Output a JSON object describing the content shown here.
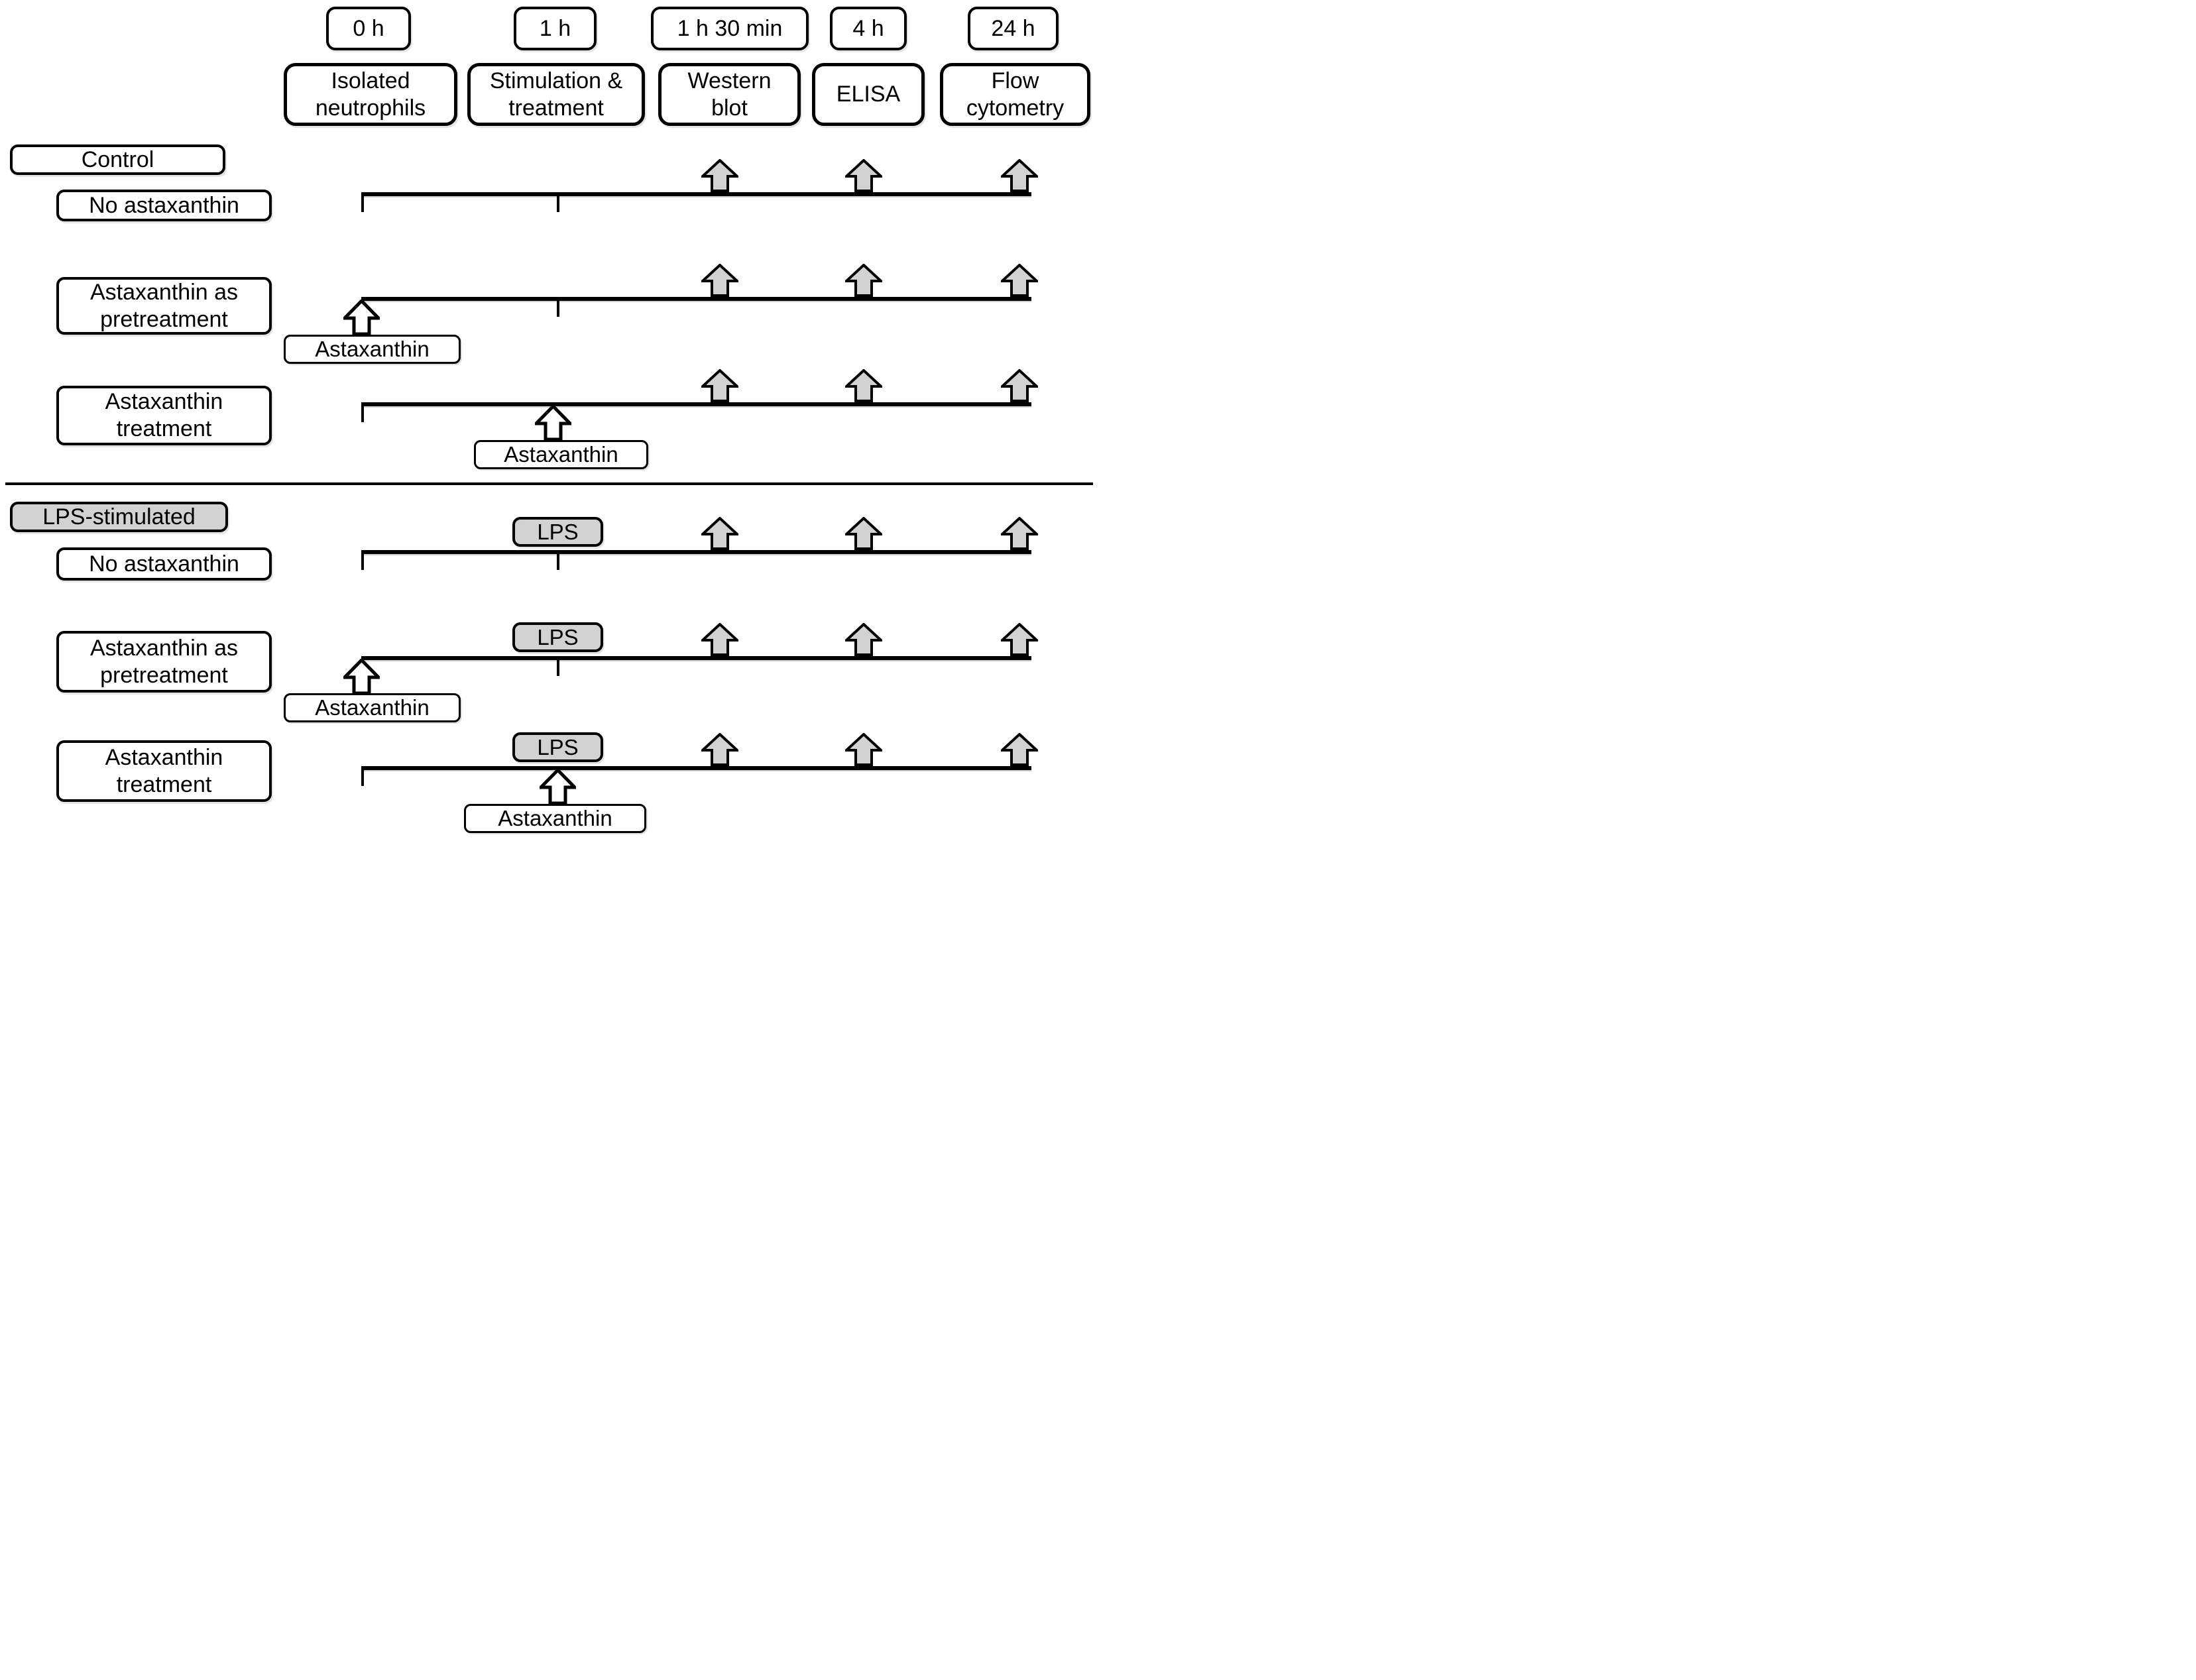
{
  "figure_type": "experimental-timeline-diagram",
  "timepoints": [
    "0 h",
    "1 h",
    "1 h 30 min",
    "4 h",
    "24 h"
  ],
  "stages": [
    "Isolated neutrophils",
    "Stimulation & treatment",
    "Western blot",
    "ELISA",
    "Flow cytometry"
  ],
  "sections": [
    {
      "header": "Control",
      "rows": [
        {
          "label": "No astaxanthin"
        },
        {
          "label": "Astaxanthin as pretreatment",
          "treatment_label": "Astaxanthin",
          "treatment_time": "0 h"
        },
        {
          "label": "Astaxanthin treatment",
          "treatment_label": "Astaxanthin",
          "treatment_time": "1 h"
        }
      ]
    },
    {
      "header": "LPS-stimulated",
      "rows": [
        {
          "label": "No astaxanthin",
          "stimulus_label": "LPS",
          "stimulus_time": "1 h"
        },
        {
          "label": "Astaxanthin as pretreatment",
          "stimulus_label": "LPS",
          "stimulus_time": "1 h",
          "treatment_label": "Astaxanthin",
          "treatment_time": "0 h"
        },
        {
          "label": "Astaxanthin treatment",
          "stimulus_label": "LPS",
          "stimulus_time": "1 h",
          "treatment_label": "Astaxanthin",
          "treatment_time": "1 h"
        }
      ]
    }
  ],
  "readouts_at": [
    "1 h 30 min",
    "4 h",
    "24 h"
  ],
  "colors": {
    "gray_fill": "#d2d2d2",
    "line": "#000000",
    "background": "#ffffff"
  }
}
